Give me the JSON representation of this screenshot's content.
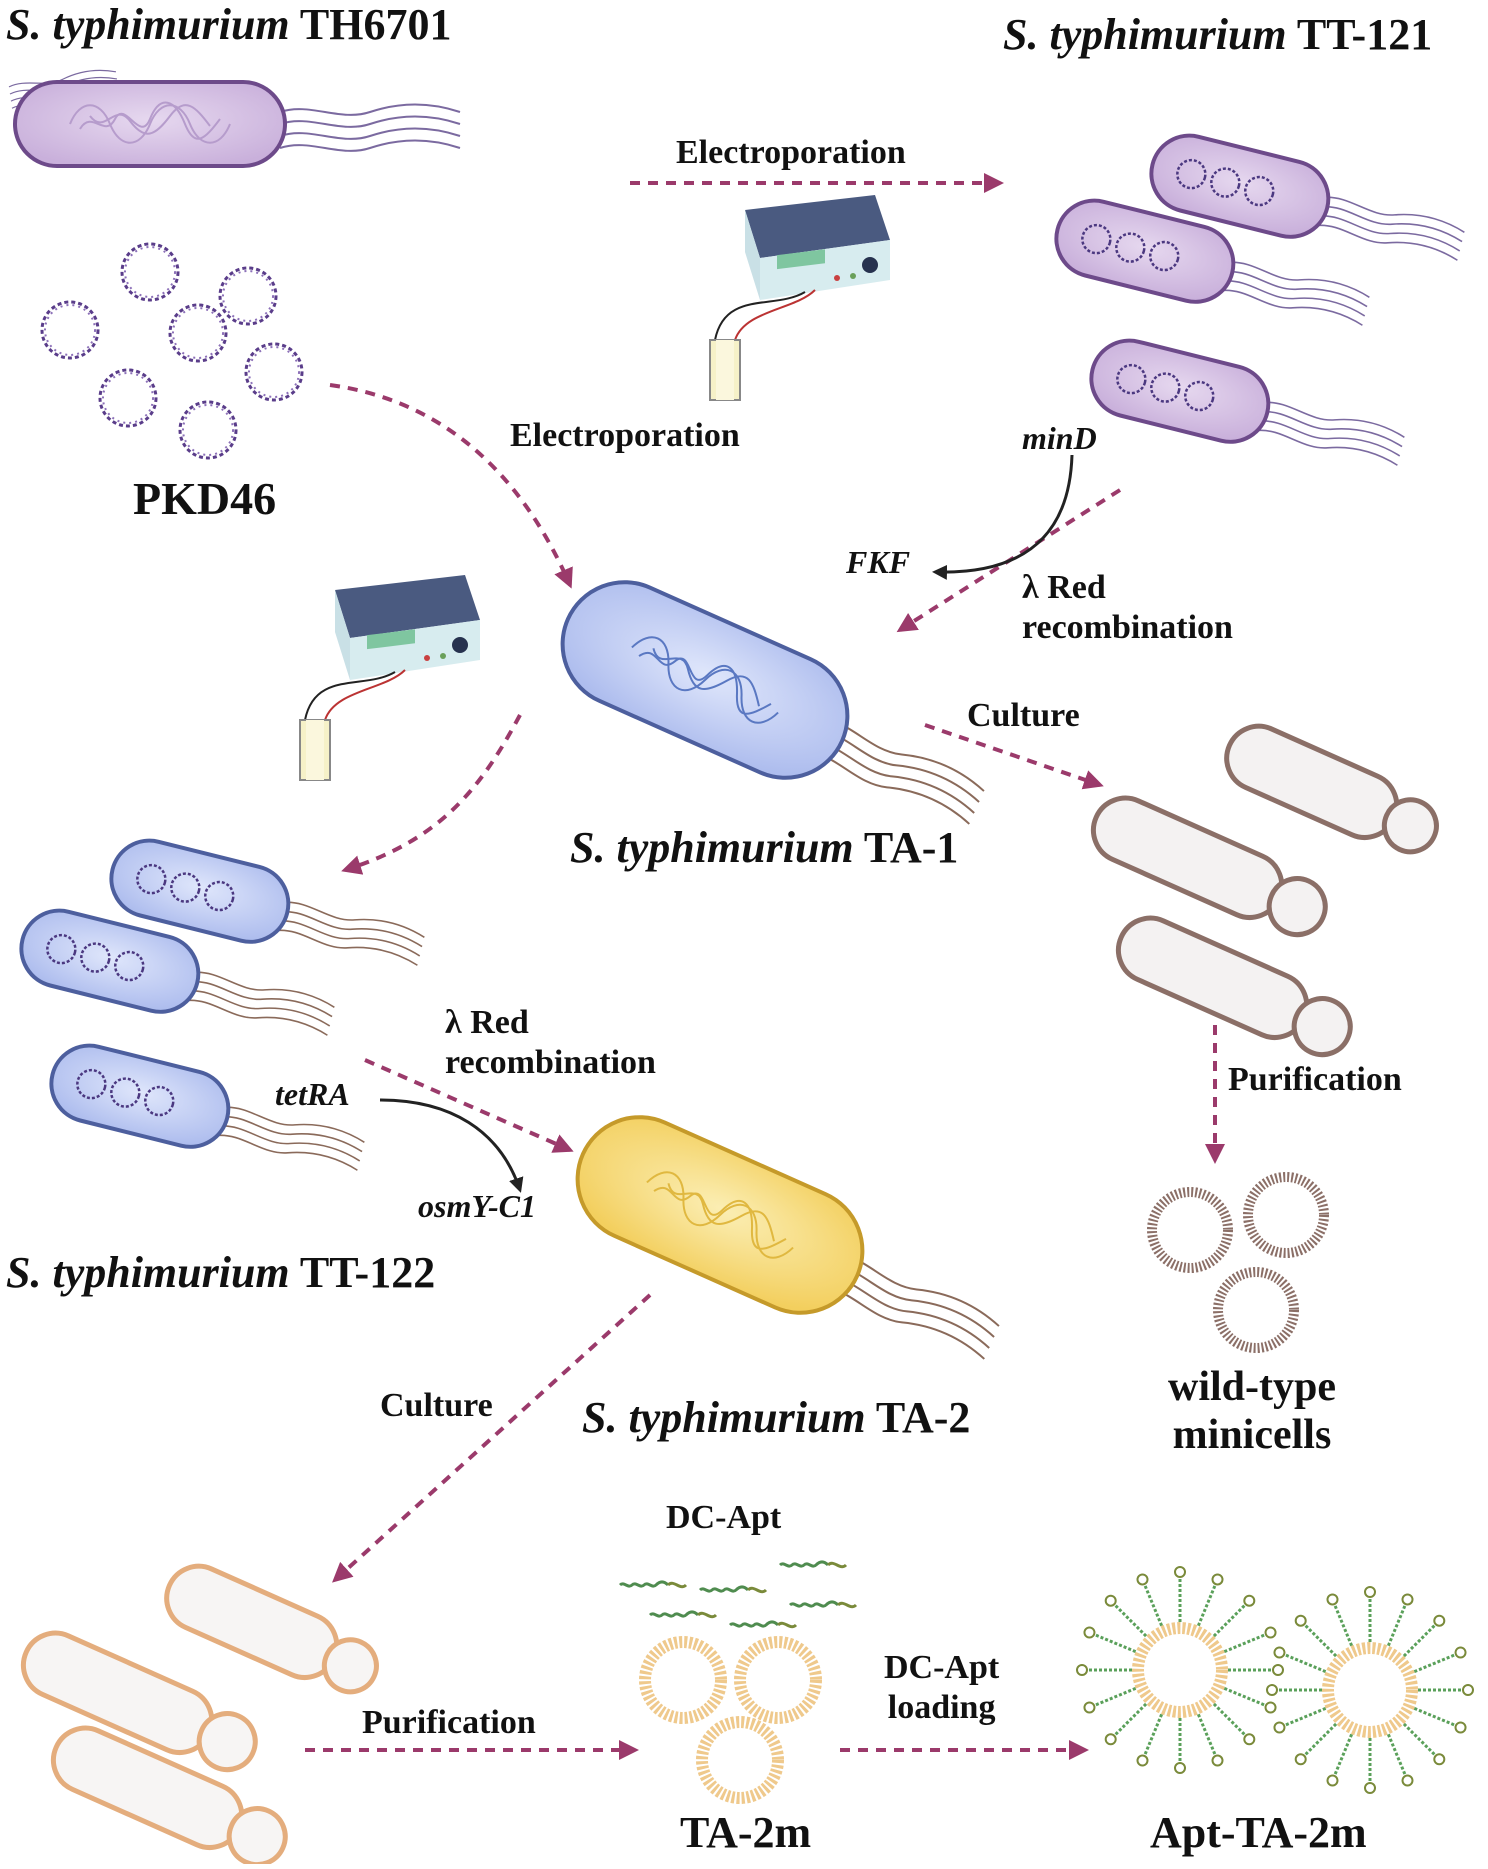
{
  "strains": {
    "th6701": {
      "italic": "S. typhimurium",
      "name": "TH6701"
    },
    "tt121": {
      "italic": "S. typhimurium",
      "name": "TT-121"
    },
    "ta1": {
      "italic": "S. typhimurium",
      "name": "TA-1"
    },
    "tt122": {
      "italic": "S. typhimurium",
      "name": "TT-122"
    },
    "ta2": {
      "italic": "S. typhimurium",
      "name": "TA-2"
    }
  },
  "plasmid": "PKD46",
  "steps": {
    "electroporation_top": "Electroporation",
    "electroporation_mid": "Electroporation",
    "lambda_red_1": [
      "λ Red",
      "recombination"
    ],
    "lambda_red_2": [
      "λ Red",
      "recombination"
    ],
    "culture_1": "Culture",
    "culture_2": "Culture",
    "purification_1": "Purification",
    "purification_2": "Purification",
    "dc_apt_loading": [
      "DC-Apt",
      "loading"
    ]
  },
  "genes": {
    "mind": "minD",
    "fkf": "FKF",
    "tetra": "tetRA",
    "osmy": "osmY-C1"
  },
  "products": {
    "wild_type": [
      "wild-type",
      "minicells"
    ],
    "dc_apt": "DC-Apt",
    "ta2m": "TA-2m",
    "apt_ta2m": "Apt-TA-2m"
  },
  "colors": {
    "arrow": "#9b3a6b",
    "purple_cell": "#d9c6e6",
    "purple_edge": "#6d4a8a",
    "blue_cell": "#c8d3f3",
    "blue_edge": "#4d5f9e",
    "yellow_cell": "#f7e08a",
    "yellow_edge": "#c59a2a",
    "minicell_edge": "#8b6f67",
    "orange_edge": "#e4ad7d",
    "aptamer": "#5aa05a"
  }
}
